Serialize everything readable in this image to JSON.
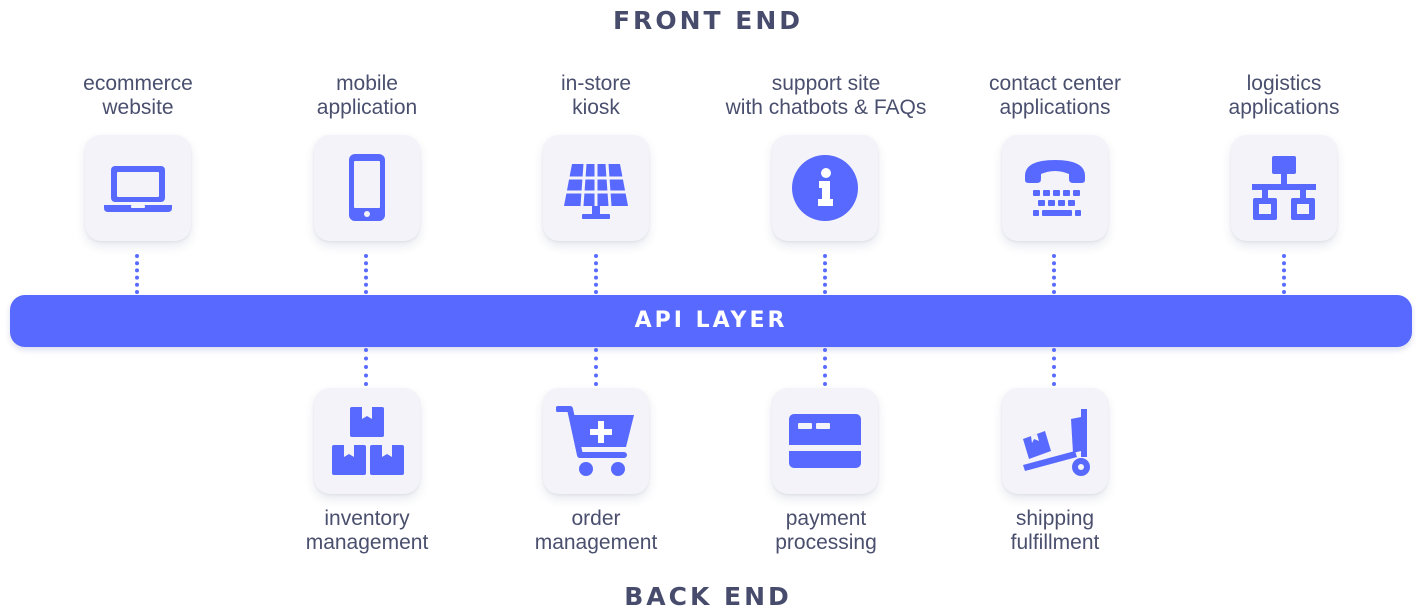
{
  "front_end": {
    "title": "FRONT END",
    "items": [
      {
        "label": "ecommerce\nwebsite",
        "icon": "laptop-icon"
      },
      {
        "label": "mobile\napplication",
        "icon": "smartphone-icon"
      },
      {
        "label": "in-store\nkiosk",
        "icon": "kiosk-screen-icon"
      },
      {
        "label": "support site\nwith chatbots & FAQs",
        "icon": "info-icon"
      },
      {
        "label": "contact center\napplications",
        "icon": "telephone-icon"
      },
      {
        "label": "logistics\napplications",
        "icon": "network-icon"
      }
    ]
  },
  "api_layer": {
    "label": "API LAYER"
  },
  "back_end": {
    "title": "BACK END",
    "items": [
      {
        "label": "inventory\nmanagement",
        "icon": "boxes-icon"
      },
      {
        "label": "order\nmanagement",
        "icon": "cart-add-icon"
      },
      {
        "label": "payment\nprocessing",
        "icon": "credit-card-icon"
      },
      {
        "label": "shipping\nfulfillment",
        "icon": "hand-truck-icon"
      }
    ]
  },
  "colors": {
    "accent": "#5869ff",
    "text": "#4a4f6e",
    "tile": "#f3f3f9"
  }
}
